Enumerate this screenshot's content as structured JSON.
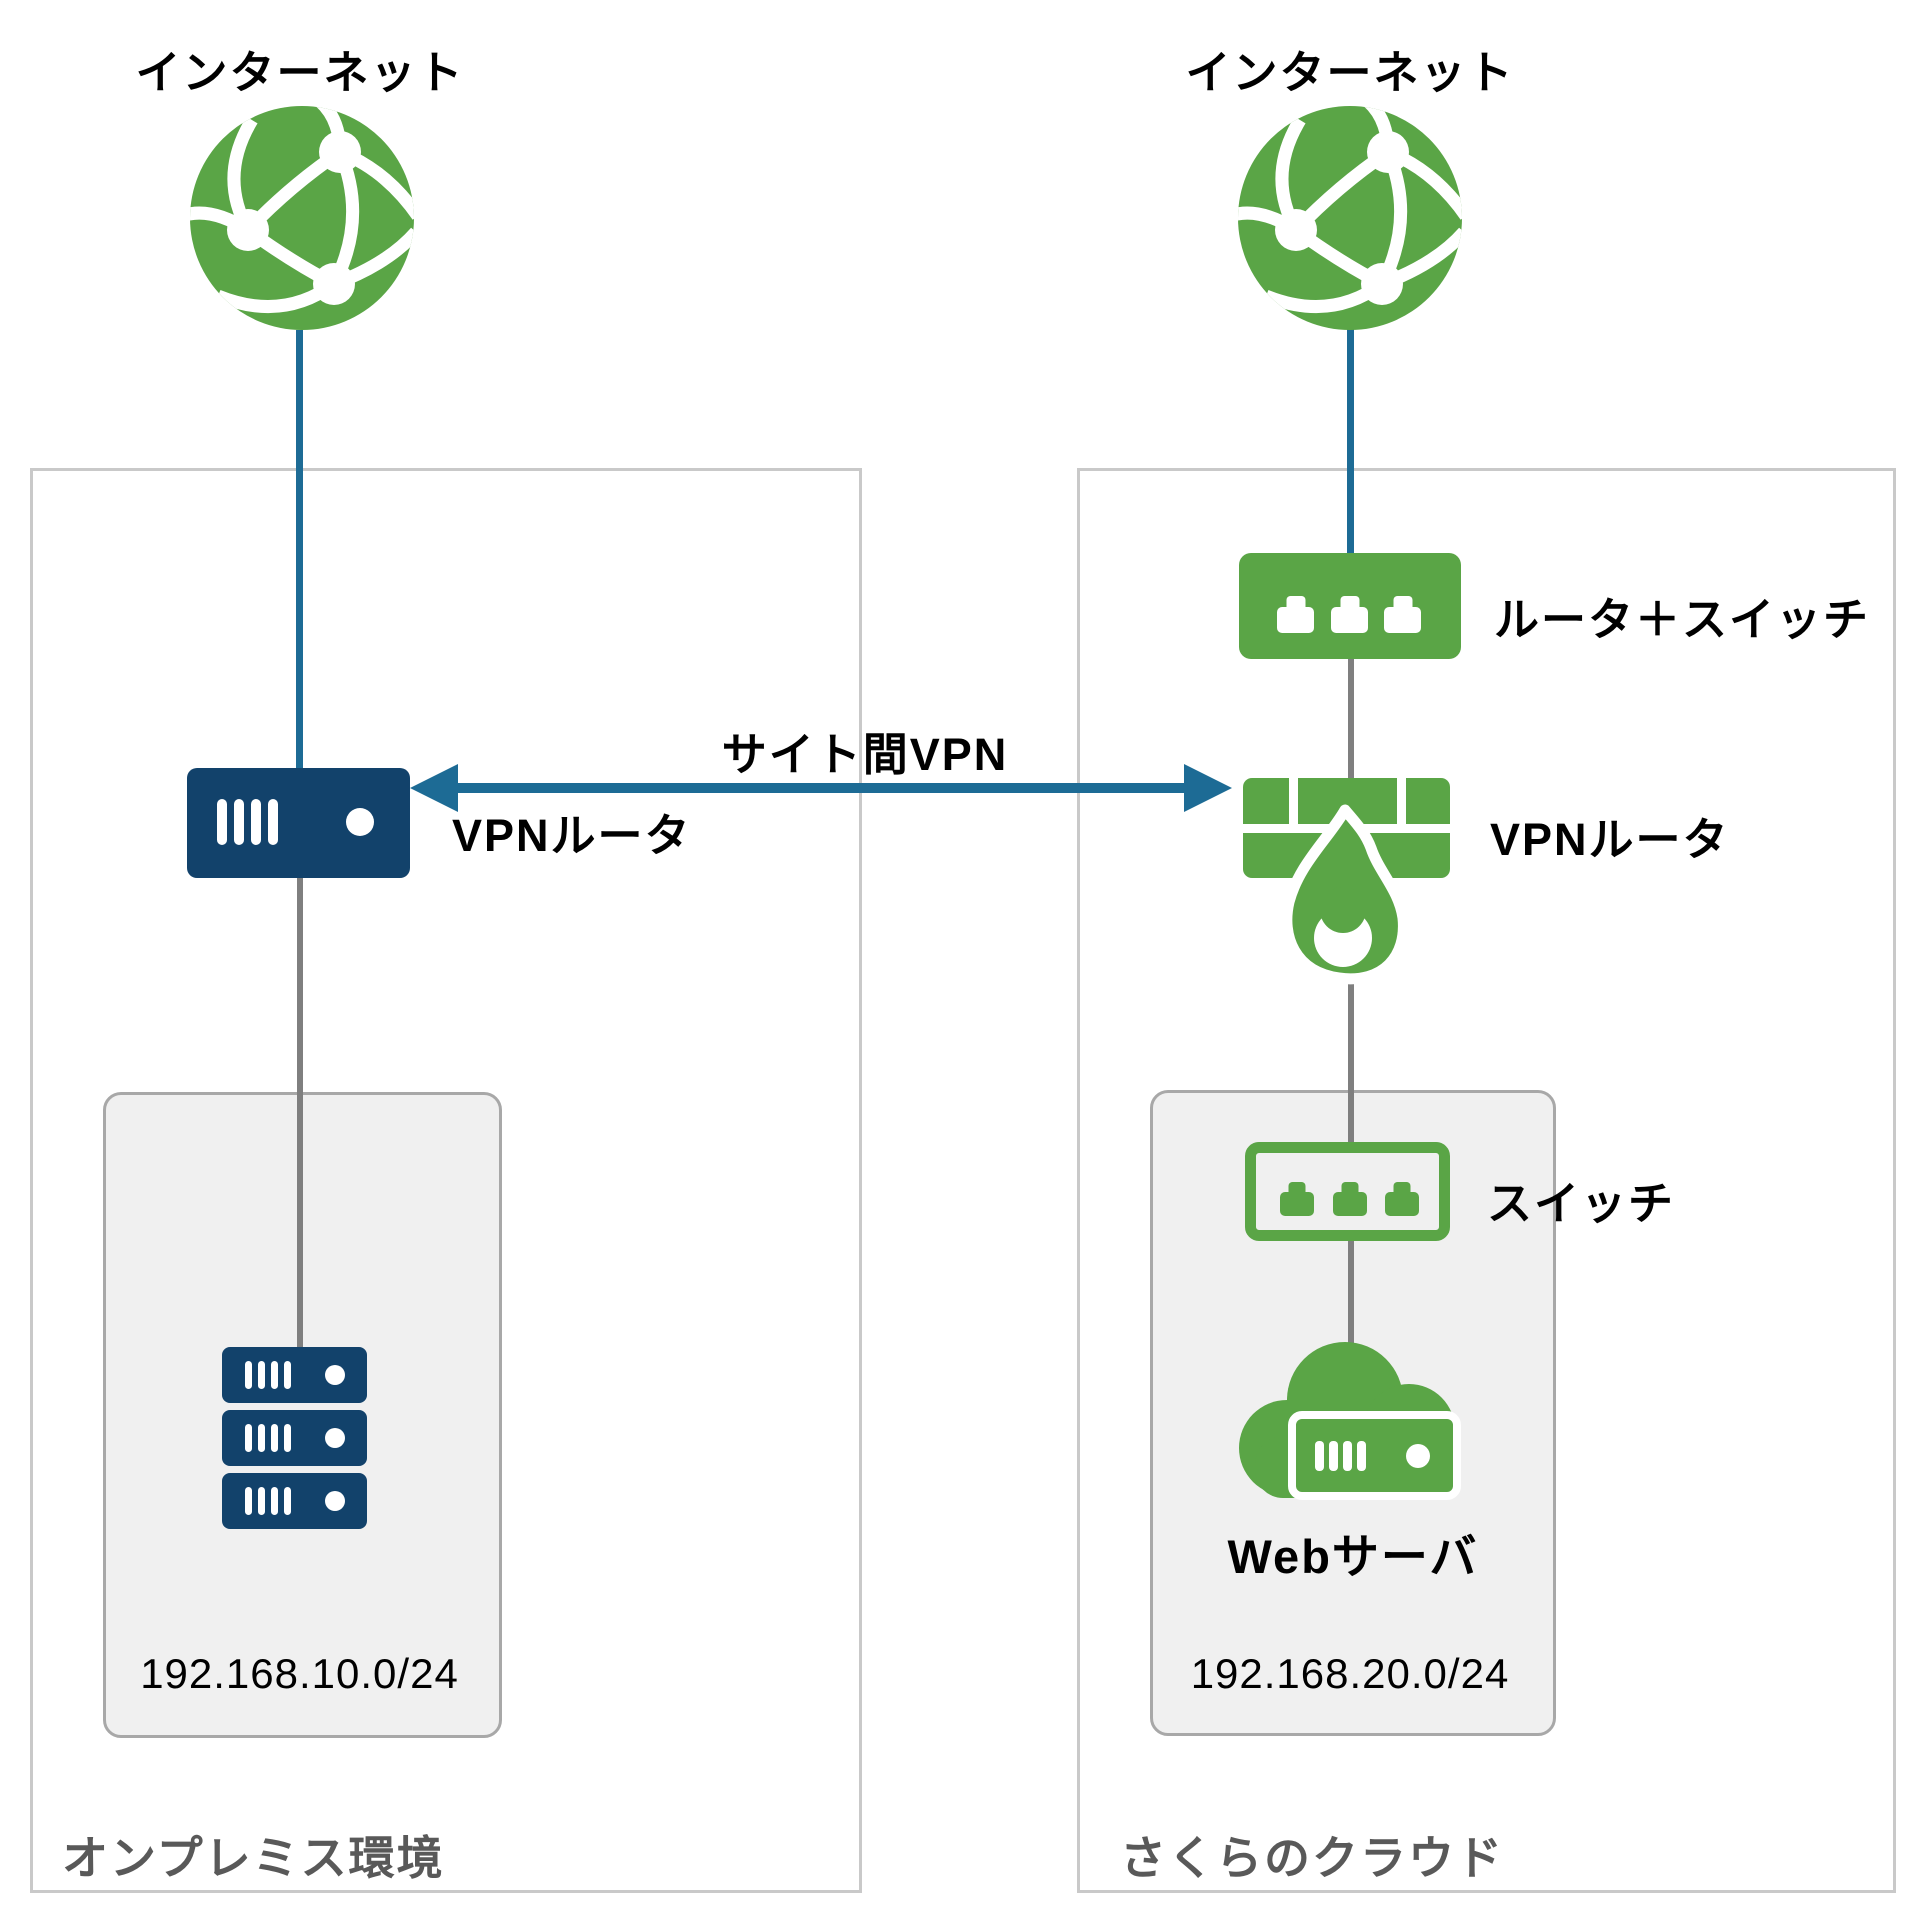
{
  "colors": {
    "green": "#5AA546",
    "navy": "#12426B",
    "teal": "#1D6B95",
    "connector_gray": "#7F7F7F",
    "zone_border": "#C9C9C9",
    "subnet_fill": "#F0F0F0",
    "subnet_border": "#A8A8A8",
    "zone_text": "#595959",
    "label_text": "#000000"
  },
  "icons": {
    "internet": "globe-network-icon",
    "on_prem_vpn_router": "rack-server-icon",
    "on_prem_servers": "rack-server-icon",
    "cloud_router_switch": "switch-ports-icon",
    "cloud_vpn_router": "firewall-flame-icon",
    "cloud_switch": "switch-ports-outline-icon",
    "cloud_web_server": "cloud-server-icon"
  },
  "vpn_arrow": {
    "label": "サイト間VPN"
  },
  "on_premises": {
    "internet_label": "インターネット",
    "devices": [
      {
        "name": "vpn-router",
        "label": "VPNルータ"
      },
      {
        "name": "server-stack",
        "label": "",
        "count": 3
      }
    ],
    "subnet": "192.168.10.0/24",
    "zone_label": "オンプレミス環境"
  },
  "sakura_cloud": {
    "internet_label": "インターネット",
    "devices": [
      {
        "name": "router-switch",
        "label": "ルータ＋スイッチ"
      },
      {
        "name": "vpn-router-firewall",
        "label": "VPNルータ"
      },
      {
        "name": "switch",
        "label": "スイッチ"
      },
      {
        "name": "web-server",
        "label": "Webサーバ"
      }
    ],
    "subnet": "192.168.20.0/24",
    "zone_label": "さくらのクラウド"
  }
}
